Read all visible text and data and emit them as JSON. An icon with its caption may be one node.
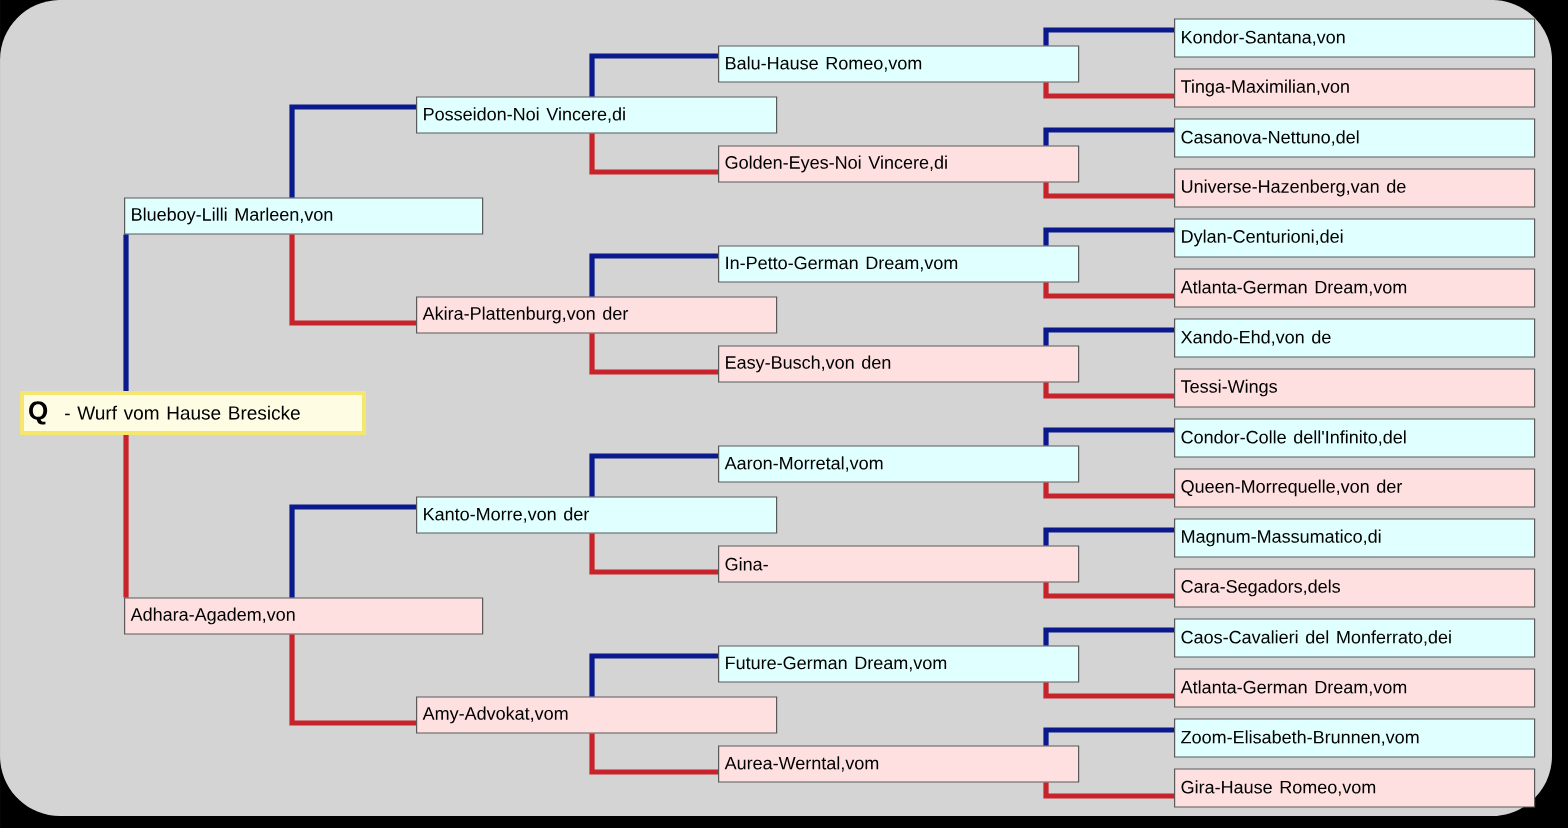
{
  "diagram": {
    "nodes": [
      {
        "text": [
          "Q",
          "- Wurf vom Hause Bresicke"
        ]
      },
      {
        "text": [
          "Blueboy-Lilli Marleen,von"
        ]
      },
      {
        "text": [
          "Posseidon-Noi Vincere,di"
        ]
      },
      {
        "text": [
          "Balu-Hause Romeo,vom"
        ]
      },
      {
        "text": [
          "Kondor-Santana,von"
        ]
      },
      {
        "text": [
          "Tinga-Maximilian,von"
        ]
      },
      {
        "text": [
          "Golden-Eyes-Noi Vincere,di"
        ]
      },
      {
        "text": [
          "Casanova-Nettuno,del"
        ]
      },
      {
        "text": [
          "Universe-Hazenberg,van de"
        ]
      },
      {
        "text": [
          "Akira-Plattenburg,von der"
        ]
      },
      {
        "text": [
          "In-Petto-German Dream,vom"
        ]
      },
      {
        "text": [
          "Dylan-Centurioni,dei"
        ]
      },
      {
        "text": [
          "Atlanta-German Dream,vom"
        ]
      },
      {
        "text": [
          "Easy-Busch,von den"
        ]
      },
      {
        "text": [
          "Xando-Ehd,von de"
        ]
      },
      {
        "text": [
          "Tessi-Wings"
        ]
      },
      {
        "text": [
          "Adhara-Agadem,von"
        ]
      },
      {
        "text": [
          "Kanto-Morre,von der"
        ]
      },
      {
        "text": [
          "Aaron-Morretal,vom"
        ]
      },
      {
        "text": [
          "Condor-Colle dell'Infinito,del"
        ]
      },
      {
        "text": [
          "Queen-Morrequelle,von der"
        ]
      },
      {
        "text": [
          "Gina-"
        ]
      },
      {
        "text": [
          "Magnum-Massumatico,di"
        ]
      },
      {
        "text": [
          "Cara-Segadors,dels"
        ]
      },
      {
        "text": [
          "Amy-Advokat,vom"
        ]
      },
      {
        "text": [
          "Future-German Dream,vom"
        ]
      },
      {
        "text": [
          "Caos-Cavalieri del Monferrato,dei"
        ]
      },
      {
        "text": [
          "Atlanta-German Dream,vom"
        ]
      },
      {
        "text": [
          "Aurea-Werntal,vom"
        ]
      },
      {
        "text": [
          "Zoom-Elisabeth-Brunnen,vom"
        ]
      },
      {
        "text": [
          "Gira-Hause Romeo,vom"
        ]
      }
    ],
    "edges": [
      {
        "from": 0,
        "to": 1,
        "arrow": "none",
        "color": "#0a1a8c"
      },
      {
        "from": 0,
        "to": 16,
        "arrow": "none",
        "color": "#c8232b"
      },
      {
        "from": 1,
        "to": 2,
        "arrow": "none",
        "color": "#0a1a8c"
      },
      {
        "from": 1,
        "to": 9,
        "arrow": "none",
        "color": "#c8232b"
      },
      {
        "from": 2,
        "to": 3,
        "arrow": "none",
        "color": "#0a1a8c"
      },
      {
        "from": 2,
        "to": 6,
        "arrow": "none",
        "color": "#c8232b"
      },
      {
        "from": 3,
        "to": 4,
        "arrow": "none",
        "color": "#0a1a8c"
      },
      {
        "from": 3,
        "to": 5,
        "arrow": "none",
        "color": "#c8232b"
      },
      {
        "from": 6,
        "to": 7,
        "arrow": "none",
        "color": "#0a1a8c"
      },
      {
        "from": 6,
        "to": 8,
        "arrow": "none",
        "color": "#c8232b"
      },
      {
        "from": 9,
        "to": 10,
        "arrow": "none",
        "color": "#0a1a8c"
      },
      {
        "from": 9,
        "to": 13,
        "arrow": "none",
        "color": "#c8232b"
      },
      {
        "from": 10,
        "to": 11,
        "arrow": "none",
        "color": "#0a1a8c"
      },
      {
        "from": 10,
        "to": 12,
        "arrow": "none",
        "color": "#c8232b"
      },
      {
        "from": 13,
        "to": 14,
        "arrow": "none",
        "color": "#0a1a8c"
      },
      {
        "from": 13,
        "to": 15,
        "arrow": "none",
        "color": "#c8232b"
      },
      {
        "from": 16,
        "to": 17,
        "arrow": "none",
        "color": "#0a1a8c"
      },
      {
        "from": 16,
        "to": 24,
        "arrow": "none",
        "color": "#c8232b"
      },
      {
        "from": 17,
        "to": 18,
        "arrow": "none",
        "color": "#0a1a8c"
      },
      {
        "from": 17,
        "to": 21,
        "arrow": "none",
        "color": "#c8232b"
      },
      {
        "from": 18,
        "to": 19,
        "arrow": "none",
        "color": "#0a1a8c"
      },
      {
        "from": 18,
        "to": 20,
        "arrow": "none",
        "color": "#c8232b"
      },
      {
        "from": 21,
        "to": 22,
        "arrow": "none",
        "color": "#0a1a8c"
      },
      {
        "from": 21,
        "to": 23,
        "arrow": "none",
        "color": "#c8232b"
      },
      {
        "from": 24,
        "to": 25,
        "arrow": "none",
        "color": "#0a1a8c"
      },
      {
        "from": 24,
        "to": 28,
        "arrow": "none",
        "color": "#c8232b"
      },
      {
        "from": 25,
        "to": 26,
        "arrow": "none",
        "color": "#0a1a8c"
      },
      {
        "from": 25,
        "to": 27,
        "arrow": "none",
        "color": "#c8232b"
      },
      {
        "from": 28,
        "to": 29,
        "arrow": "none",
        "color": "#0a1a8c"
      },
      {
        "from": 28,
        "to": 30,
        "arrow": "none",
        "color": "#c8232b"
      }
    ]
  }
}
